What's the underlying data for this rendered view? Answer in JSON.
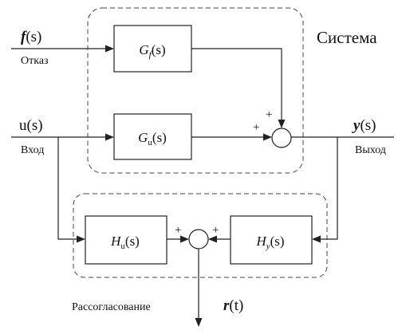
{
  "system_label": "Система",
  "fault": {
    "symbol": "f",
    "arg": "(s)",
    "caption": "Отказ"
  },
  "input": {
    "symbol": "u",
    "arg": "(s)",
    "caption": "Вход"
  },
  "output": {
    "symbol": "y",
    "arg": "(s)",
    "caption": "Выход"
  },
  "residual": {
    "symbol": "r",
    "arg": "(t)",
    "caption": "Рассогласование"
  },
  "blocks": {
    "gf": {
      "letter": "G",
      "sub": "f",
      "arg": "(s)"
    },
    "gu": {
      "letter": "G",
      "sub": "u",
      "arg": "(s)"
    },
    "hu": {
      "letter": "H",
      "sub": "u",
      "arg": "(s)"
    },
    "hy": {
      "letter": "H",
      "sub": "y",
      "arg": "(s)"
    }
  },
  "signs": {
    "system_sum_top": "+",
    "system_sum_left": "+",
    "residual_sum_left": "+",
    "residual_sum_right": "+"
  }
}
